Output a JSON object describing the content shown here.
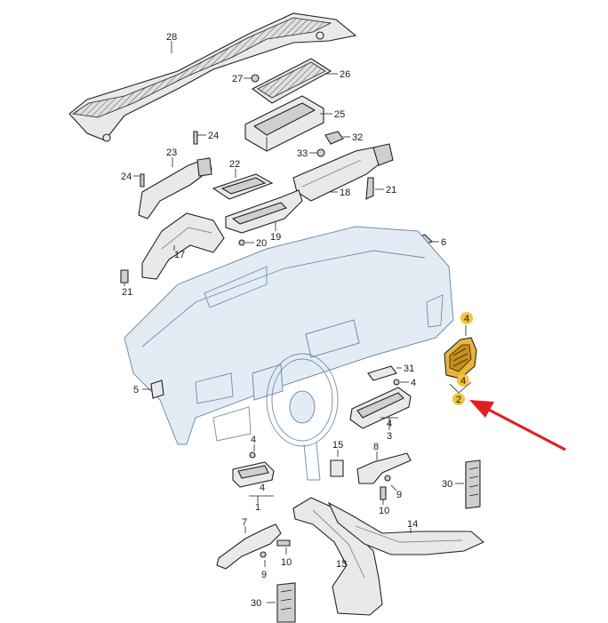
{
  "diagram": {
    "callouts": {
      "p1": "1",
      "p2": "2",
      "p3": "3",
      "p4a": "4",
      "p4b": "4",
      "p4c": "4",
      "p4d": "4",
      "p4e": "4",
      "p4f": "4",
      "p5": "5",
      "p6": "6",
      "p7": "7",
      "p8": "8",
      "p9a": "9",
      "p9b": "9",
      "p10a": "10",
      "p10b": "10",
      "p13": "13",
      "p14": "14",
      "p15": "15",
      "p17": "17",
      "p18": "18",
      "p19": "19",
      "p20": "20",
      "p21a": "21",
      "p21b": "21",
      "p22": "22",
      "p23": "23",
      "p24a": "24",
      "p24b": "24",
      "p25": "25",
      "p26": "26",
      "p27": "27",
      "p28": "28",
      "p30a": "30",
      "p30b": "30",
      "p31": "31",
      "p32": "32",
      "p33": "33"
    },
    "highlight_color": "#f2c43d",
    "arrow_color": "#e02020"
  }
}
